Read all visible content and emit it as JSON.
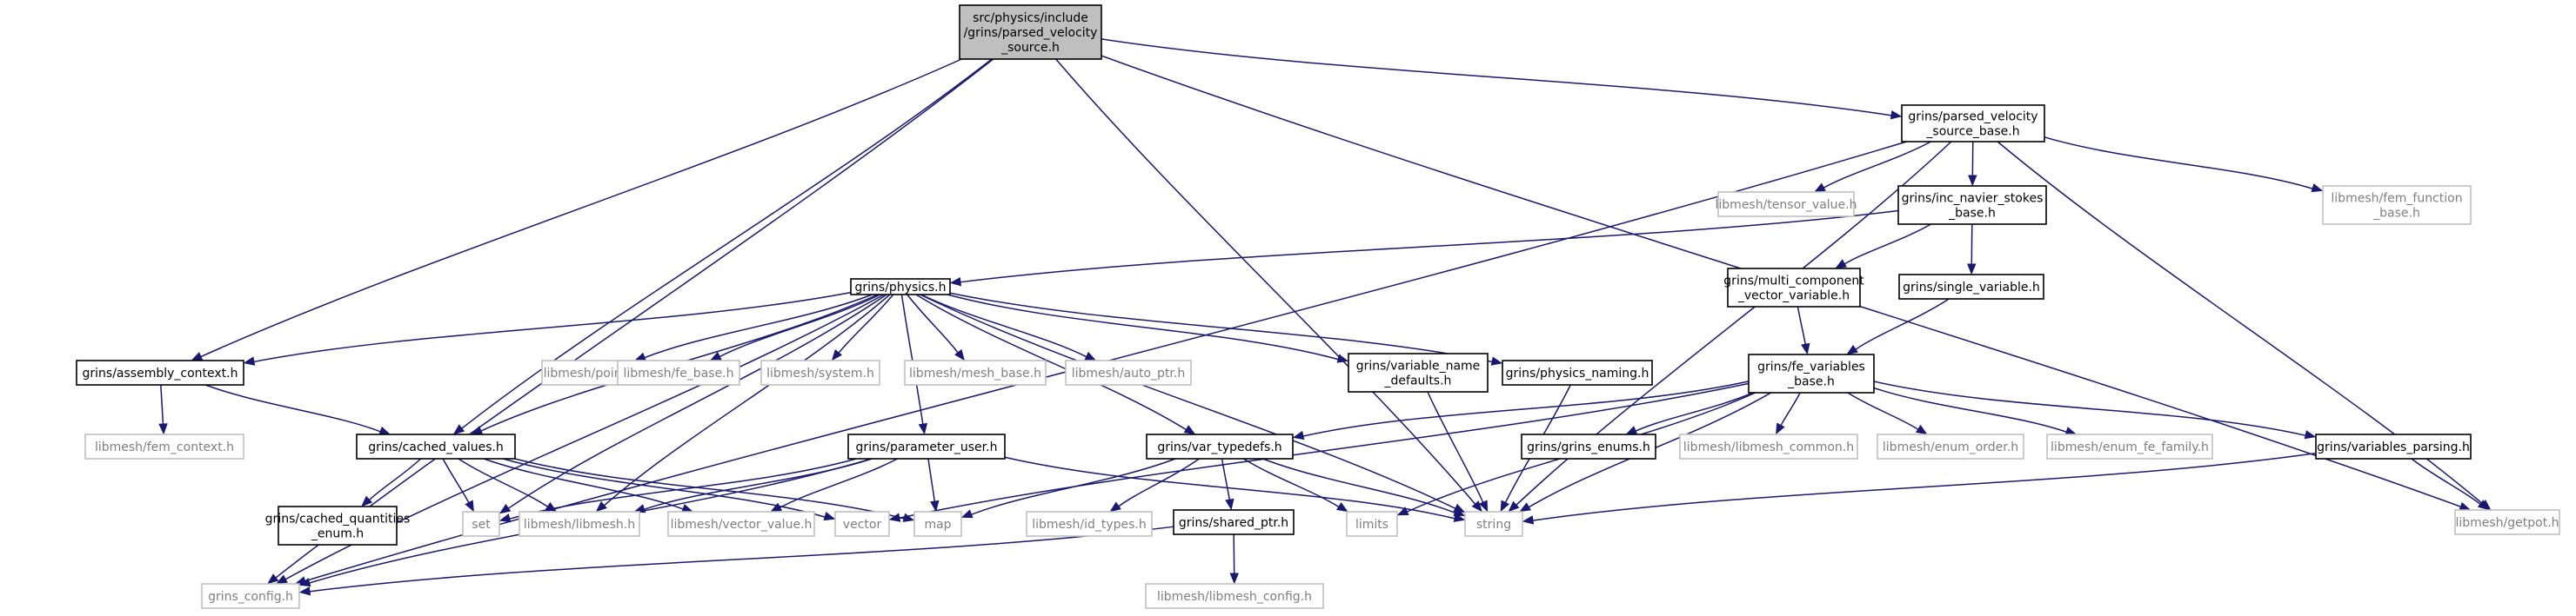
{
  "graph": {
    "nodes": {
      "root": {
        "lines": [
          "src/physics/include",
          "/grins/parsed_velocity",
          "_source.h"
        ],
        "kind": "root"
      },
      "pvsb": {
        "lines": [
          "grins/parsed_velocity",
          "_source_base.h"
        ],
        "kind": "internal"
      },
      "tensor": {
        "lines": [
          "libmesh/tensor_value.h"
        ],
        "kind": "external"
      },
      "incns": {
        "lines": [
          "grins/inc_navier_stokes",
          "_base.h"
        ],
        "kind": "internal"
      },
      "femfunc": {
        "lines": [
          "libmesh/fem_function",
          "_base.h"
        ],
        "kind": "external"
      },
      "physics": {
        "lines": [
          "grins/physics.h"
        ],
        "kind": "internal"
      },
      "mcvv": {
        "lines": [
          "grins/multi_component",
          "_vector_variable.h"
        ],
        "kind": "internal"
      },
      "single": {
        "lines": [
          "grins/single_variable.h"
        ],
        "kind": "internal"
      },
      "assembly": {
        "lines": [
          "grins/assembly_context.h"
        ],
        "kind": "internal"
      },
      "point": {
        "lines": [
          "libmesh/point.h"
        ],
        "kind": "external"
      },
      "febase": {
        "lines": [
          "libmesh/fe_base.h"
        ],
        "kind": "external"
      },
      "system": {
        "lines": [
          "libmesh/system.h"
        ],
        "kind": "external"
      },
      "meshbase": {
        "lines": [
          "libmesh/mesh_base.h"
        ],
        "kind": "external"
      },
      "autoptr": {
        "lines": [
          "libmesh/auto_ptr.h"
        ],
        "kind": "external"
      },
      "varname": {
        "lines": [
          "grins/variable_name",
          "_defaults.h"
        ],
        "kind": "internal"
      },
      "physnaming": {
        "lines": [
          "grins/physics_naming.h"
        ],
        "kind": "internal"
      },
      "fevars": {
        "lines": [
          "grins/fe_variables",
          "_base.h"
        ],
        "kind": "internal"
      },
      "femcontext": {
        "lines": [
          "libmesh/fem_context.h"
        ],
        "kind": "external"
      },
      "cached": {
        "lines": [
          "grins/cached_values.h"
        ],
        "kind": "internal"
      },
      "paramuser": {
        "lines": [
          "grins/parameter_user.h"
        ],
        "kind": "internal"
      },
      "vartypedefs": {
        "lines": [
          "grins/var_typedefs.h"
        ],
        "kind": "internal"
      },
      "grinsenums": {
        "lines": [
          "grins/grins_enums.h"
        ],
        "kind": "internal"
      },
      "lmcommon": {
        "lines": [
          "libmesh/libmesh_common.h"
        ],
        "kind": "external"
      },
      "enumorder": {
        "lines": [
          "libmesh/enum_order.h"
        ],
        "kind": "external"
      },
      "enumfefam": {
        "lines": [
          "libmesh/enum_fe_family.h"
        ],
        "kind": "external"
      },
      "varparsing": {
        "lines": [
          "grins/variables_parsing.h"
        ],
        "kind": "internal"
      },
      "cqenum": {
        "lines": [
          "grins/cached_quantities",
          "_enum.h"
        ],
        "kind": "internal"
      },
      "set": {
        "lines": [
          "set"
        ],
        "kind": "external"
      },
      "libmesh": {
        "lines": [
          "libmesh/libmesh.h"
        ],
        "kind": "external"
      },
      "vecval": {
        "lines": [
          "libmesh/vector_value.h"
        ],
        "kind": "external"
      },
      "vector": {
        "lines": [
          "vector"
        ],
        "kind": "external"
      },
      "map": {
        "lines": [
          "map"
        ],
        "kind": "external"
      },
      "idtypes": {
        "lines": [
          "libmesh/id_types.h"
        ],
        "kind": "external"
      },
      "sharedptr": {
        "lines": [
          "grins/shared_ptr.h"
        ],
        "kind": "internal"
      },
      "limits": {
        "lines": [
          "limits"
        ],
        "kind": "external"
      },
      "string": {
        "lines": [
          "string"
        ],
        "kind": "external"
      },
      "getpot": {
        "lines": [
          "libmesh/getpot.h"
        ],
        "kind": "external"
      },
      "grinsconfig": {
        "lines": [
          "grins_config.h"
        ],
        "kind": "external"
      },
      "lmconfig": {
        "lines": [
          "libmesh/libmesh_config.h"
        ],
        "kind": "external"
      }
    },
    "edges": [
      [
        "root",
        "pvsb"
      ],
      [
        "root",
        "assembly"
      ],
      [
        "root",
        "cached"
      ],
      [
        "root",
        "string"
      ],
      [
        "root",
        "getpot"
      ],
      [
        "root",
        "grinsconfig"
      ],
      [
        "pvsb",
        "tensor"
      ],
      [
        "pvsb",
        "incns"
      ],
      [
        "pvsb",
        "femfunc"
      ],
      [
        "pvsb",
        "string"
      ],
      [
        "pvsb",
        "getpot"
      ],
      [
        "pvsb",
        "grinsconfig"
      ],
      [
        "incns",
        "physics"
      ],
      [
        "incns",
        "mcvv"
      ],
      [
        "incns",
        "single"
      ],
      [
        "mcvv",
        "fevars"
      ],
      [
        "single",
        "fevars"
      ],
      [
        "physics",
        "assembly"
      ],
      [
        "physics",
        "point"
      ],
      [
        "physics",
        "febase"
      ],
      [
        "physics",
        "system"
      ],
      [
        "physics",
        "meshbase"
      ],
      [
        "physics",
        "autoptr"
      ],
      [
        "physics",
        "varname"
      ],
      [
        "physics",
        "physnaming"
      ],
      [
        "physics",
        "cached"
      ],
      [
        "physics",
        "paramuser"
      ],
      [
        "physics",
        "vartypedefs"
      ],
      [
        "physics",
        "set"
      ],
      [
        "physics",
        "libmesh"
      ],
      [
        "physics",
        "string"
      ],
      [
        "physics",
        "grinsconfig"
      ],
      [
        "varname",
        "string"
      ],
      [
        "physnaming",
        "string"
      ],
      [
        "fevars",
        "vartypedefs"
      ],
      [
        "fevars",
        "grinsenums"
      ],
      [
        "fevars",
        "lmcommon"
      ],
      [
        "fevars",
        "enumorder"
      ],
      [
        "fevars",
        "enumfefam"
      ],
      [
        "fevars",
        "varparsing"
      ],
      [
        "fevars",
        "vector"
      ],
      [
        "fevars",
        "limits"
      ],
      [
        "fevars",
        "string"
      ],
      [
        "assembly",
        "femcontext"
      ],
      [
        "assembly",
        "cached"
      ],
      [
        "cached",
        "cqenum"
      ],
      [
        "cached",
        "set"
      ],
      [
        "cached",
        "libmesh"
      ],
      [
        "cached",
        "vecval"
      ],
      [
        "cached",
        "vector"
      ],
      [
        "cached",
        "map"
      ],
      [
        "paramuser",
        "set"
      ],
      [
        "paramuser",
        "libmesh"
      ],
      [
        "paramuser",
        "vecval"
      ],
      [
        "paramuser",
        "map"
      ],
      [
        "paramuser",
        "string"
      ],
      [
        "paramuser",
        "grinsconfig"
      ],
      [
        "vartypedefs",
        "map"
      ],
      [
        "vartypedefs",
        "idtypes"
      ],
      [
        "vartypedefs",
        "sharedptr"
      ],
      [
        "vartypedefs",
        "limits"
      ],
      [
        "vartypedefs",
        "string"
      ],
      [
        "sharedptr",
        "grinsconfig"
      ],
      [
        "sharedptr",
        "lmconfig"
      ],
      [
        "varparsing",
        "string"
      ],
      [
        "varparsing",
        "getpot"
      ]
    ],
    "colors": {
      "edge": "#191970",
      "root_fill": "#bfbfbf",
      "external_border": "#bfbfbf",
      "external_text": "#7f7f7f"
    }
  }
}
